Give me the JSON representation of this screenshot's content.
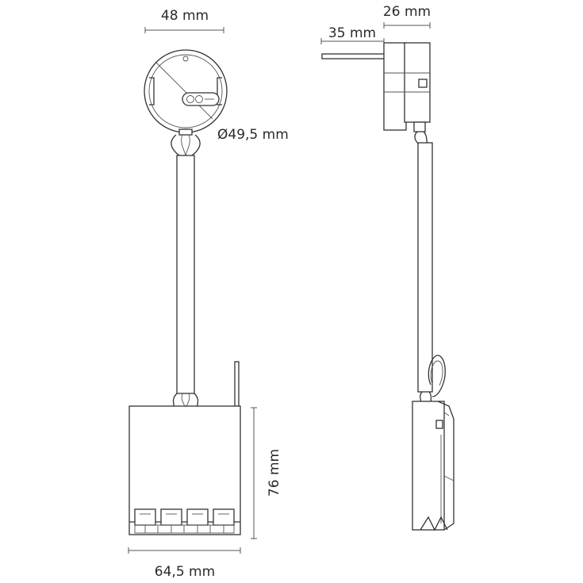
{
  "dimensions": {
    "top_width": "48 mm",
    "top_diameter": "Ø49,5 mm",
    "module_height": "76 mm",
    "module_width": "64,5 mm",
    "side_depth": "26 mm",
    "side_length": "35 mm"
  },
  "colors": {
    "line": "#333333",
    "text": "#2a2a2a",
    "background": "#ffffff"
  }
}
